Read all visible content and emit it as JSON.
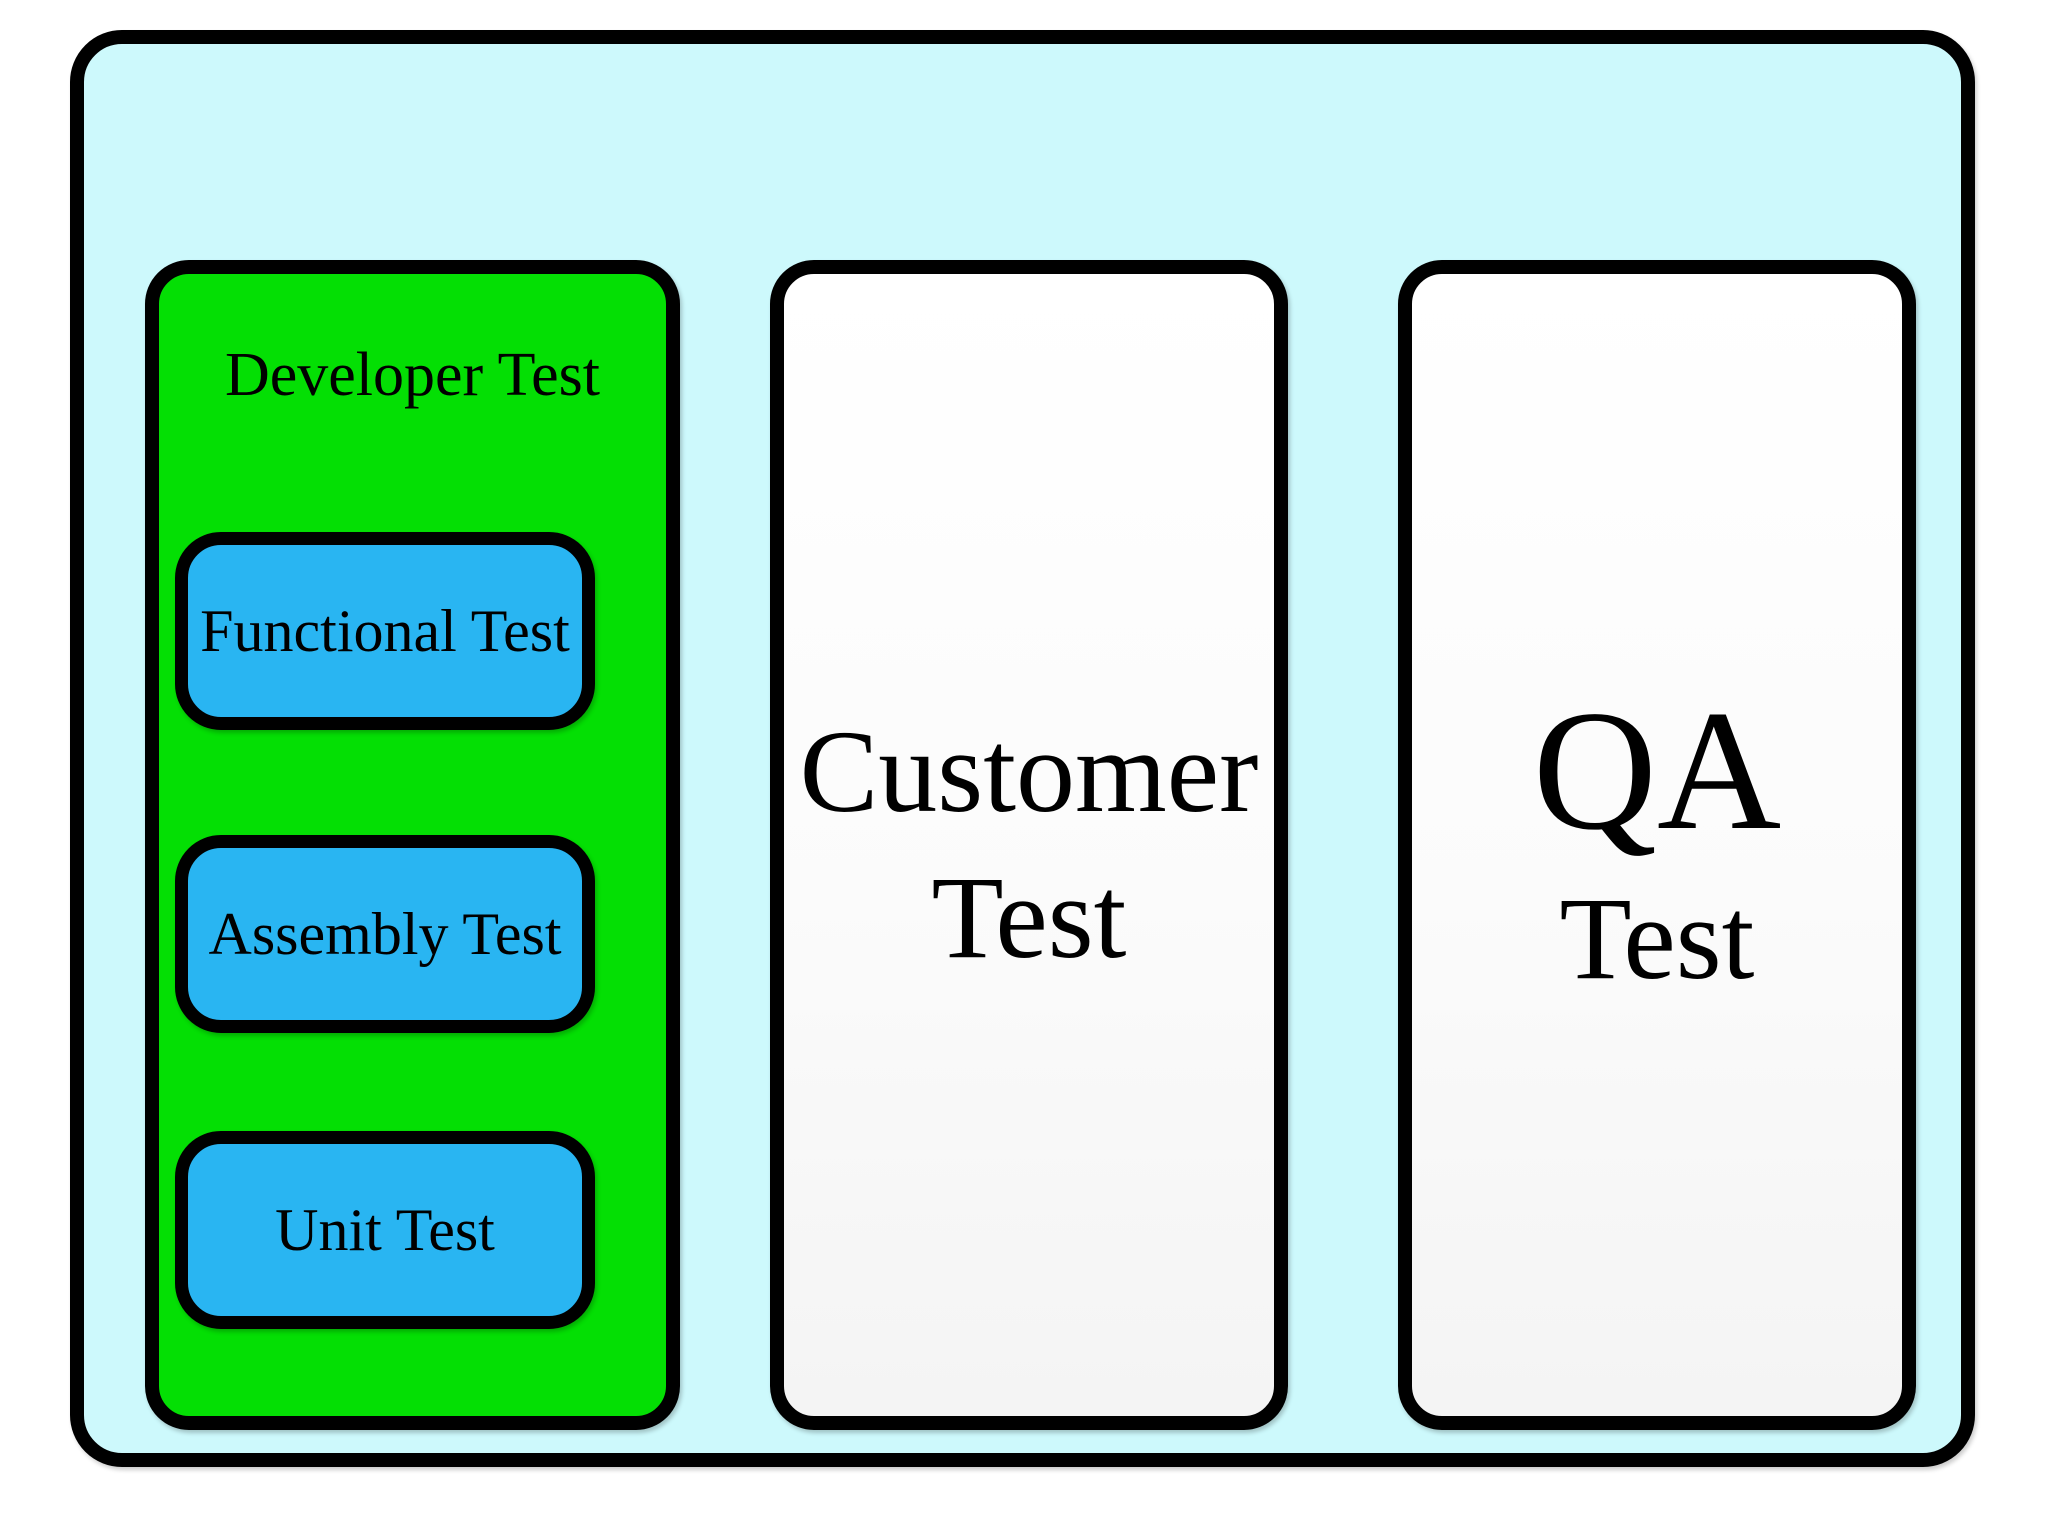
{
  "diagram": {
    "developer_group": {
      "label": "Developer Test",
      "items": [
        {
          "label": "Functional Test"
        },
        {
          "label": "Assembly Test"
        },
        {
          "label": "Unit Test"
        }
      ]
    },
    "customer_stage": {
      "label": "Customer Test",
      "line1": "Customer",
      "line2": "Test"
    },
    "qa_stage": {
      "label": "QA Test",
      "line1": "QA",
      "line2": "Test"
    },
    "colors": {
      "page_background": "#ffffff",
      "container_fill": "#cdf9fc",
      "developer_group_fill": "#04df04",
      "item_fill": "#29b5f2",
      "stage_fill": "#fdfdfd",
      "border": "#000000",
      "text": "#000000"
    }
  }
}
